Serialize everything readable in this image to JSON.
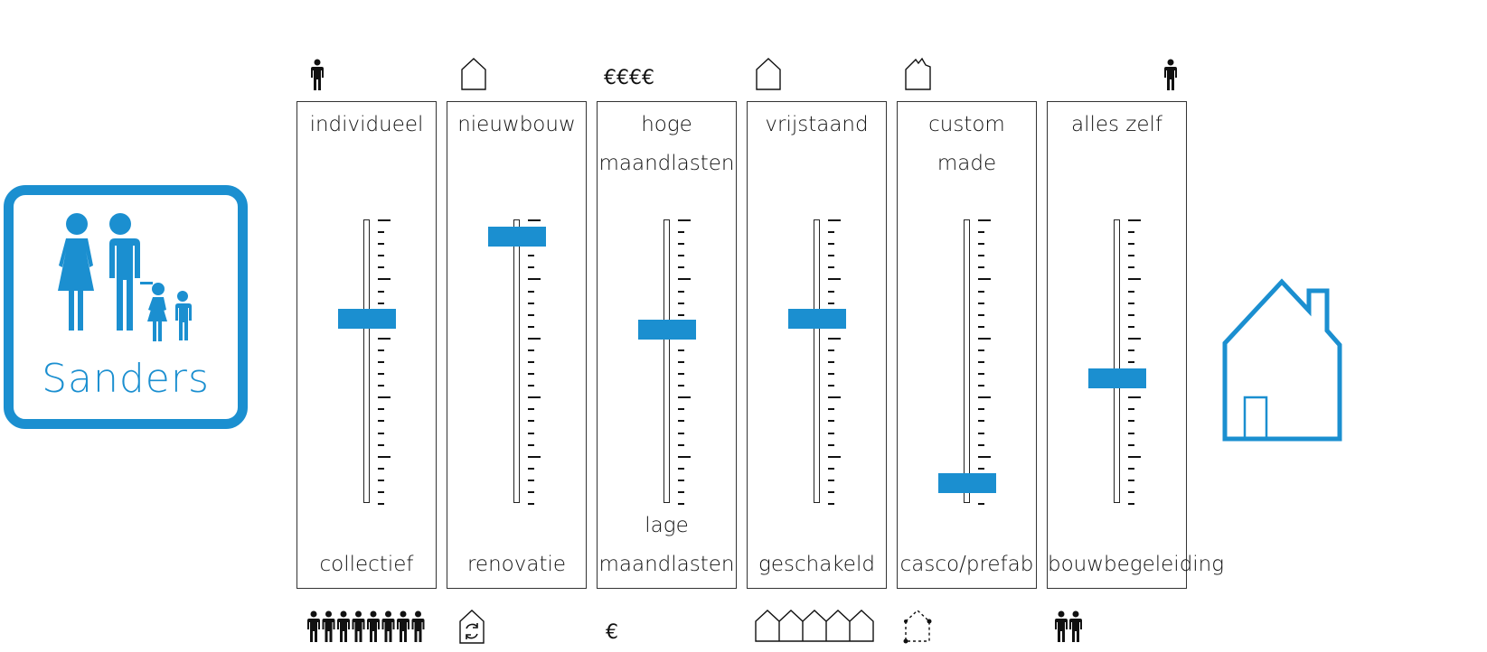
{
  "family": {
    "name": "Sanders",
    "accent_color": "#1b8fd0"
  },
  "sliders": [
    {
      "id": "individueel-collectief",
      "top_label": "individueel",
      "bottom_label": "collectief",
      "top_icon": "single-person-icon",
      "bottom_icon": "group-of-people-icon",
      "value": 0.35
    },
    {
      "id": "nieuwbouw-renovatie",
      "top_label": "nieuwbouw",
      "bottom_label": "renovatie",
      "top_icon": "new-house-icon",
      "bottom_icon": "renovation-house-icon",
      "value": 0.06
    },
    {
      "id": "maandlasten",
      "top_label": "hoge\nmaandlasten",
      "bottom_label": "lage\nmaandlasten",
      "top_text": "€€€€",
      "bottom_text": "€",
      "value": 0.39
    },
    {
      "id": "vrijstaand-geschakeld",
      "top_label": "vrijstaand",
      "bottom_label": "geschakeld",
      "top_icon": "detached-house-icon",
      "bottom_icon": "row-houses-icon",
      "value": 0.35
    },
    {
      "id": "custom-casco",
      "top_label": "custom\nmade",
      "bottom_label": "casco/prefab",
      "top_icon": "custom-house-icon",
      "bottom_icon": "house-frame-icon",
      "value": 0.93
    },
    {
      "id": "zelf-bouwbegeleiding",
      "top_label": "alles zelf",
      "bottom_label": "bouwbegeleiding",
      "top_icon": "single-person-icon",
      "bottom_icon": "two-people-icon",
      "value": 0.56
    }
  ]
}
